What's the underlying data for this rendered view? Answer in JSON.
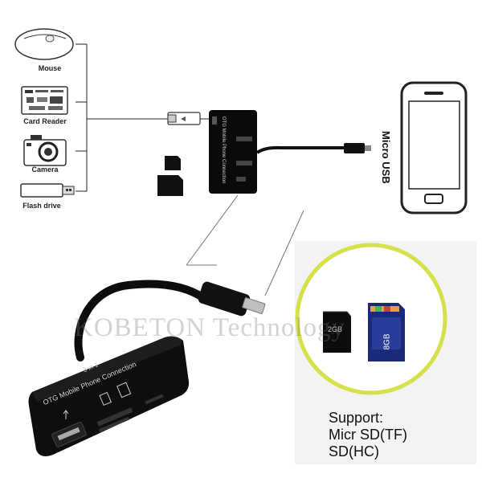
{
  "devices": [
    {
      "name": "mouse",
      "label": "Mouse"
    },
    {
      "name": "card-reader",
      "label": "Card Reader"
    },
    {
      "name": "camera",
      "label": "Camera"
    },
    {
      "name": "flash-drive",
      "label": "Flash drive"
    }
  ],
  "hub_top_label": "OTG Mobile Phone Connection",
  "cable_label": "Micro USB",
  "product": {
    "badge": "3 in 1",
    "label": "OTG Mobile Phone Connection"
  },
  "watermark": "KOBETON Technology",
  "support": {
    "line1": "Support:",
    "line2": "Micr SD(TF)",
    "line3": "SD(HC)"
  },
  "cards": {
    "micro_sd_label": "2GB",
    "sd_label": "8GB"
  },
  "colors": {
    "accent_ring": "#d6e04a",
    "device_black": "#111111",
    "support_bg": "#f3f3f3"
  }
}
